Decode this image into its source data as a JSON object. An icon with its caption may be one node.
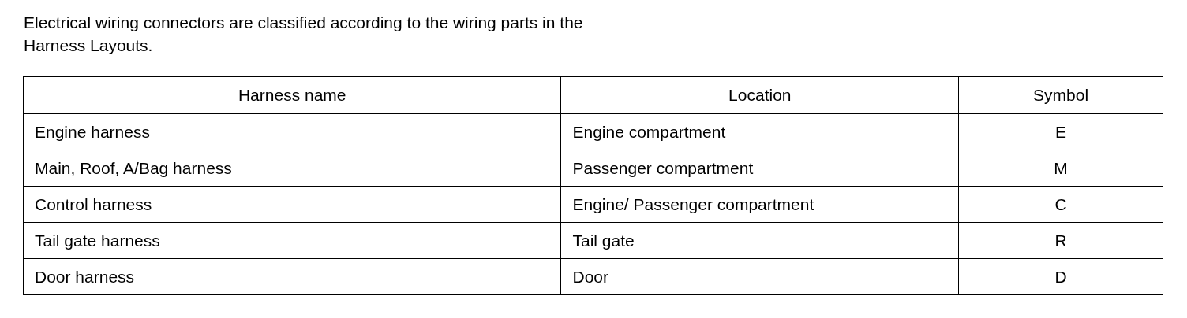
{
  "diagram": {
    "labels": [
      "Electrical wiring connectors are classified according to the wiring parts in the Harness Layouts.",
      "Harness name",
      "Location",
      "Symbol",
      "Engine harness",
      "Engine compartment",
      "E",
      "Main, Roof, A/Bag harness",
      "Passenger compartment",
      "M",
      "Control harness",
      "Engine/ Passenger compartment",
      "C",
      "Tail gate harness",
      "Tail gate",
      "R",
      "Door harness",
      "Door",
      "D"
    ]
  }
}
